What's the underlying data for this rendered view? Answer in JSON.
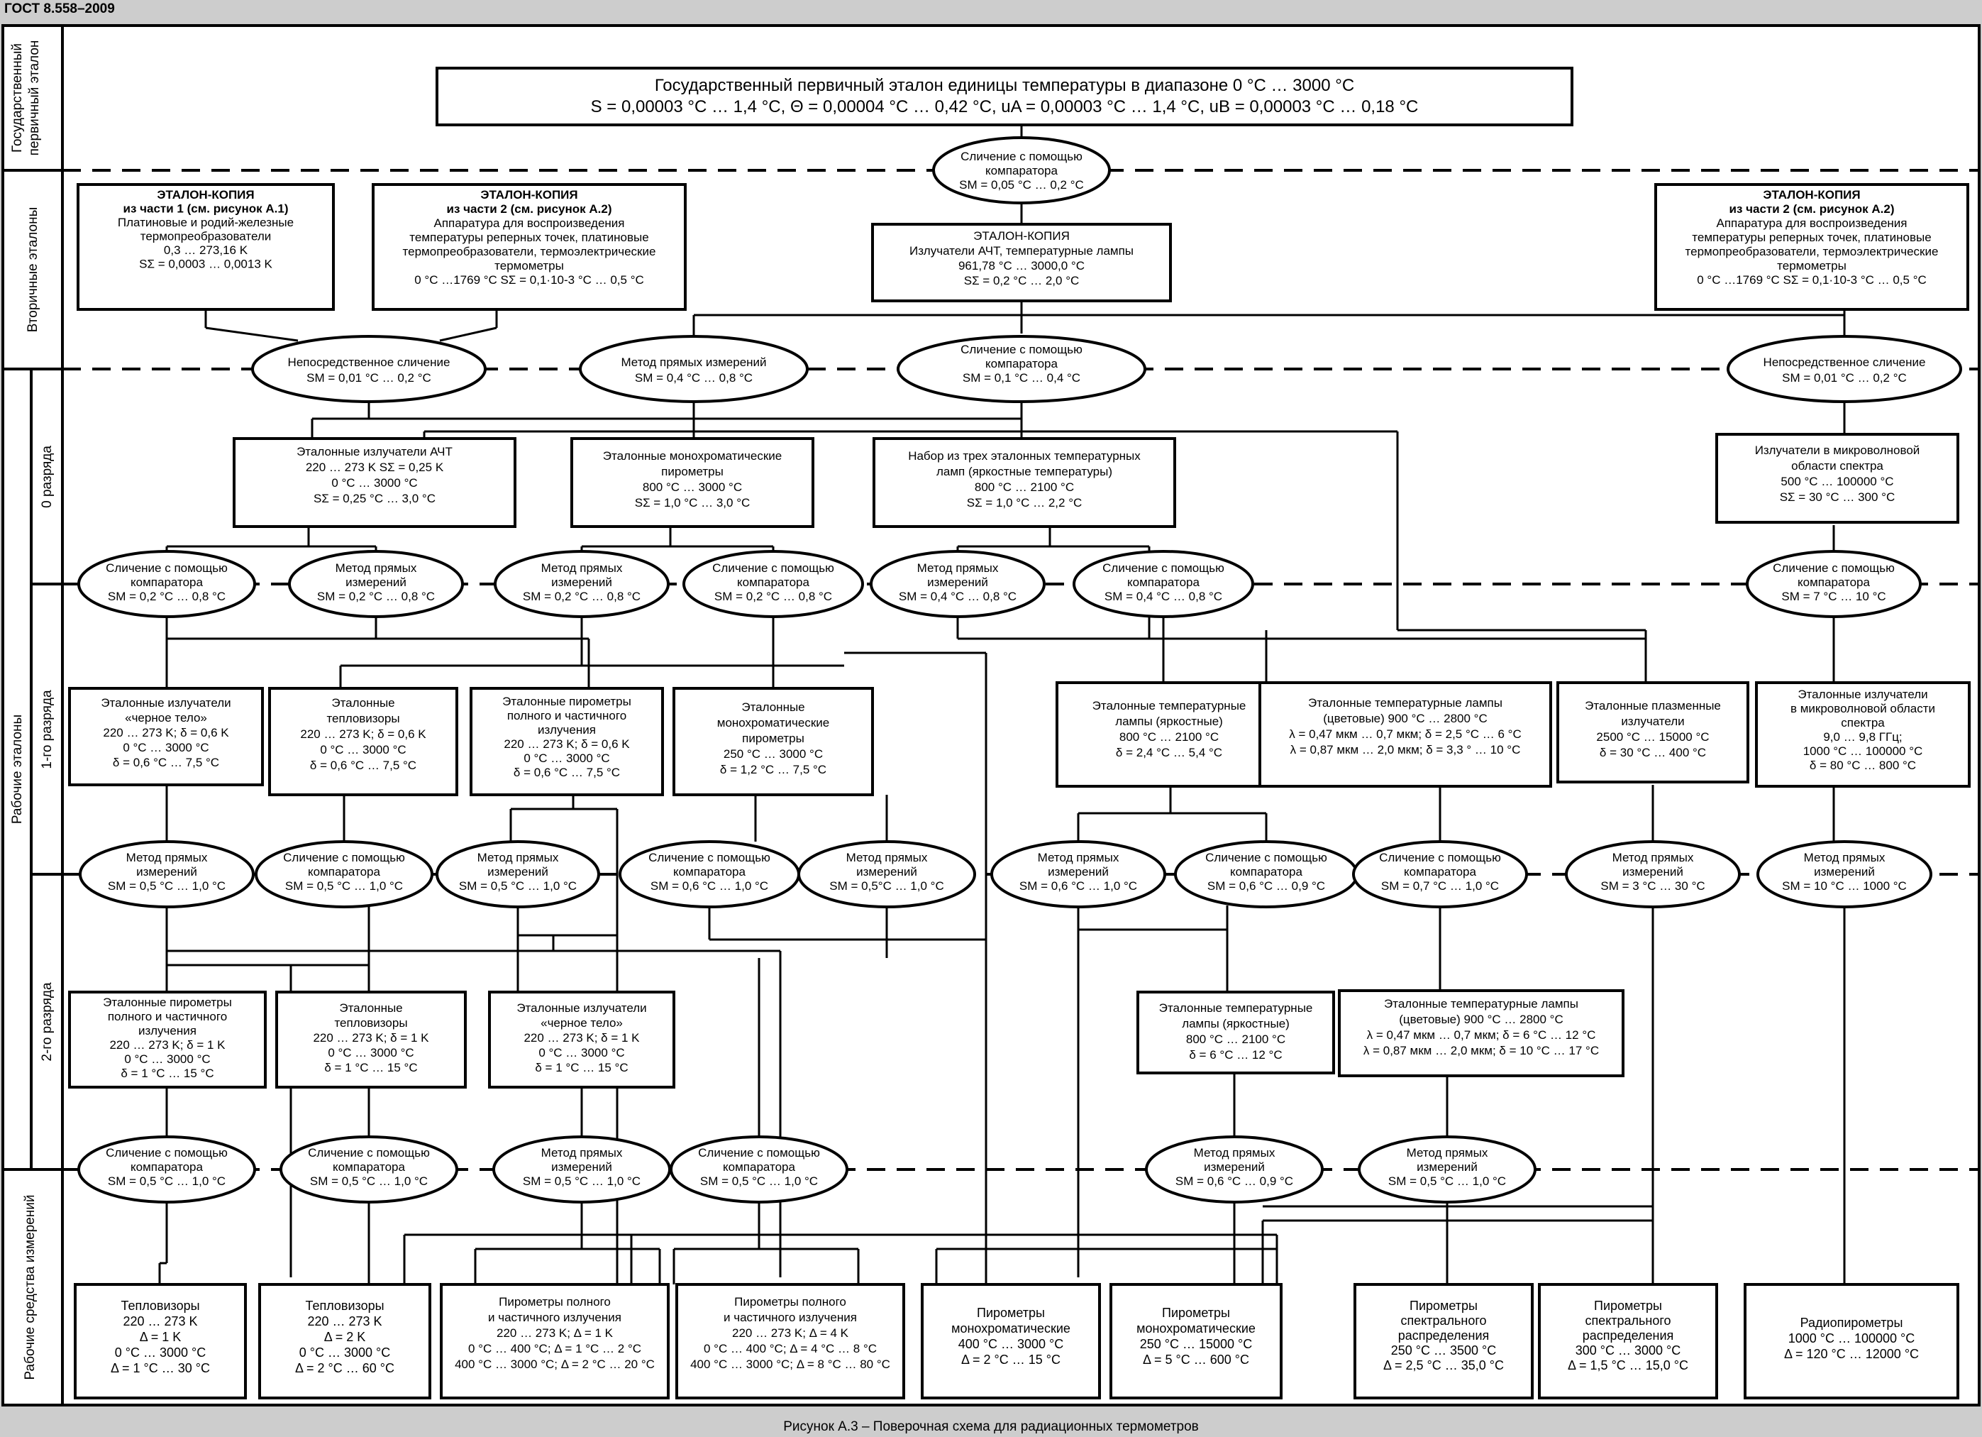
{
  "header": "ГОСТ 8.558–2009",
  "caption": "Рисунок А.3 – Поверочная схема для радиационных термометров",
  "levels": {
    "primary": [
      "Государственный",
      "первичный эталон"
    ],
    "secondary": "Вторичные эталоны",
    "working": "Рабочие эталоны",
    "rank0": "0 разряда",
    "rank1": "1-го разряда",
    "rank2": "2-го разряда",
    "instruments": "Рабочие средства измерений"
  },
  "primary": {
    "l1": "Государственный первичный эталон единицы температуры в диапазоне 0 °C … 3000 °C",
    "l2": "S = 0,00003 °C … 1,4 °C,    Θ = 0,00004 °C … 0,42 °C,    uA = 0,00003 °C … 1,4 °C,    uB = 0,00003 °C … 0,18 °C"
  },
  "secondary": {
    "copy1": [
      "ЭТАЛОН-КОПИЯ",
      "из части 1 (см. рисунок А.1)",
      "Платиновые и родий-железные",
      "термопреобразователи",
      "0,3 … 273,16 K",
      "SΣ = 0,0003 … 0,0013 K"
    ],
    "copy2": [
      "ЭТАЛОН-КОПИЯ",
      "из части 2 (см. рисунок А.2)",
      "Аппаратура для воспроизведения",
      "температуры реперных точек, платиновые",
      "термопреобразователи, термоэлектрические",
      "термометры",
      "0 °C …1769 °C   SΣ = 0,1·10-3 °C … 0,5 °C"
    ],
    "copy3": [
      "ЭТАЛОН-КОПИЯ",
      "Излучатели АЧТ, температурные лампы",
      "961,78 °C … 3000,0 °C",
      "SΣ = 0,2 °C … 2,0 °C"
    ],
    "copy4": [
      "ЭТАЛОН-КОПИЯ",
      "из части 2 (см. рисунок А.2)",
      "Аппаратура для воспроизведения",
      "температуры реперных точек, платиновые",
      "термопреобразователи, термоэлектрические",
      "термометры",
      "0 °C …1769 °C   SΣ = 0,1·10-3 °C … 0,5 °C"
    ]
  },
  "methods": {
    "m_top": [
      "Сличение с помощью",
      "компаратора",
      "SM = 0,05 °C … 0,2 °C"
    ],
    "m_s1": [
      "Непосредственное сличение",
      "SM = 0,01 °C … 0,2 °C"
    ],
    "m_s2": [
      "Метод прямых измерений",
      "SM = 0,4 °C … 0,8 °C"
    ],
    "m_s3": [
      "Сличение с помощью",
      "компаратора",
      "SM = 0,1 °C … 0,4 °C"
    ],
    "m_s4": [
      "Непосредственное сличение",
      "SM = 0,01 °C … 0,2 °C"
    ],
    "m0_1": [
      "Сличение с помощью",
      "компаратора",
      "SM = 0,2 °C … 0,8 °C"
    ],
    "m0_2": [
      "Метод прямых",
      "измерений",
      "SM = 0,2 °C … 0,8 °C"
    ],
    "m0_3": [
      "Метод прямых",
      "измерений",
      "SM = 0,2 °C … 0,8 °C"
    ],
    "m0_4": [
      "Сличение с помощью",
      "компаратора",
      "SM = 0,2 °C … 0,8 °C"
    ],
    "m0_5": [
      "Метод прямых",
      "измерений",
      "SM = 0,4 °C … 0,8 °C"
    ],
    "m0_6": [
      "Сличение с помощью",
      "компаратора",
      "SM = 0,4 °C … 0,8 °C"
    ],
    "m0_7": [
      "Сличение с помощью",
      "компаратора",
      "SM = 7 °C … 10 °C"
    ],
    "m1_1": [
      "Метод прямых",
      "измерений",
      "SM = 0,5 °C … 1,0 °C"
    ],
    "m1_2": [
      "Сличение с помощью",
      "компаратора",
      "SM = 0,5 °C … 1,0 °C"
    ],
    "m1_3": [
      "Метод прямых",
      "измерений",
      "SM = 0,5 °C … 1,0 °C"
    ],
    "m1_4": [
      "Сличение с помощью",
      "компаратора",
      "SM = 0,6 °C … 1,0 °C"
    ],
    "m1_5": [
      "Метод прямых",
      "измерений",
      "SM = 0,5°C … 1,0 °C"
    ],
    "m1_6": [
      "Метод прямых",
      "измерений",
      "SM = 0,6 °C … 1,0 °C"
    ],
    "m1_7": [
      "Сличение с помощью",
      "компаратора",
      "SM = 0,6 °C … 0,9 °C"
    ],
    "m1_8": [
      "Сличение с помощью",
      "компаратора",
      "SM = 0,7 °C … 1,0 °C"
    ],
    "m1_9": [
      "Метод прямых",
      "измерений",
      "SM = 3 °C … 30 °C"
    ],
    "m1_10": [
      "Метод прямых",
      "измерений",
      "SM = 10 °C … 1000 °C"
    ],
    "m2_1": [
      "Сличение с помощью",
      "компаратора",
      "SM = 0,5 °C … 1,0 °C"
    ],
    "m2_2": [
      "Сличение с помощью",
      "компаратора",
      "SM = 0,5 °C … 1,0 °C"
    ],
    "m2_3": [
      "Метод прямых",
      "измерений",
      "SM = 0,5 °C … 1,0 °C"
    ],
    "m2_4": [
      "Сличение с помощью",
      "компаратора",
      "SM = 0,5 °C … 1,0 °C"
    ],
    "m2_5": [
      "Метод прямых",
      "измерений",
      "SM = 0,6 °C … 0,9 °C"
    ],
    "m2_6": [
      "Метод прямых",
      "измерений",
      "SM = 0,5 °C … 1,0 °C"
    ]
  },
  "rank0": {
    "b1": [
      "Эталонные излучатели АЧТ",
      "220 … 273 K SΣ = 0,25 K",
      "0 °C … 3000 °C",
      "SΣ = 0,25 °C … 3,0 °C"
    ],
    "b2": [
      "Эталонные монохроматические",
      "пирометры",
      "800 °C … 3000 °C",
      "SΣ = 1,0 °C … 3,0 °C"
    ],
    "b3": [
      "Набор из трех эталонных температурных",
      "ламп (яркостные температуры)",
      "800 °C … 2100 °C",
      "SΣ = 1,0 °C … 2,2 °C"
    ],
    "b4": [
      "Излучатели в микроволновой",
      "области спектра",
      "500 °C … 100000 °C",
      "SΣ = 30 °C … 300 °C"
    ]
  },
  "rank1": {
    "b1": [
      "Эталонные излучатели",
      "«черное тело»",
      "220 … 273 K; δ = 0,6 K",
      "0 °C … 3000 °C",
      "δ = 0,6 °C … 7,5 °C"
    ],
    "b2": [
      "Эталонные",
      "тепловизоры",
      "220 … 273 K; δ = 0,6 K",
      "0 °C … 3000 °C",
      "δ = 0,6 °C … 7,5 °C"
    ],
    "b3": [
      "Эталонные пирометры",
      "полного и частичного",
      "излучения",
      "220 … 273 K; δ = 0,6 K",
      "0 °C … 3000 °C",
      "δ = 0,6 °C … 7,5 °C"
    ],
    "b4": [
      "Эталонные",
      "монохроматические",
      "пирометры",
      "250 °C … 3000 °C",
      "δ = 1,2 °C … 7,5 °C"
    ],
    "b5": [
      "Эталонные температурные",
      "лампы (яркостные)",
      "800 °C … 2100 °C",
      "δ = 2,4 °C … 5,4 °C"
    ],
    "b6": [
      "Эталонные температурные лампы",
      "(цветовые) 900 °C … 2800 °C",
      "λ = 0,47 мкм … 0,7 мкм; δ = 2,5 °C … 6 °C",
      "λ = 0,87 мкм … 2,0 мкм; δ = 3,3 ° … 10 °C"
    ],
    "b7": [
      "Эталонные плазменные",
      "излучатели",
      "2500 °C … 15000 °C",
      "δ = 30 °C … 400 °C"
    ],
    "b8": [
      "Эталонные излучатели",
      "в микроволновой области",
      "спектра",
      "9,0 … 9,8 ГГц;",
      "1000 °C … 100000 °C",
      "δ = 80 °C … 800 °C"
    ]
  },
  "rank2": {
    "b1": [
      "Эталонные пирометры",
      "полного и частичного",
      "излучения",
      "220 … 273 K; δ = 1 K",
      "0 °C … 3000 °C",
      "δ = 1 °C … 15 °C"
    ],
    "b2": [
      "Эталонные",
      "тепловизоры",
      "220 … 273 K; δ = 1 K",
      "0 °C … 3000 °C",
      "δ = 1 °C … 15 °C"
    ],
    "b3": [
      "Эталонные излучатели",
      "«черное тело»",
      "220 … 273 K; δ = 1 K",
      "0 °C … 3000 °C",
      "δ = 1 °C … 15 °C"
    ],
    "b4": [
      "Эталонные температурные",
      "лампы (яркостные)",
      "800 °C … 2100 °C",
      "δ = 6 °C … 12 °C"
    ],
    "b5": [
      "Эталонные температурные лампы",
      "(цветовые) 900 °C … 2800 °C",
      "λ = 0,47 мкм … 0,7 мкм; δ = 6 °C … 12 °C",
      "λ = 0,87 мкм … 2,0 мкм; δ = 10 °C … 17 °C"
    ]
  },
  "instruments": {
    "i1": [
      "Тепловизоры",
      "220 … 273 K",
      "Δ = 1 K",
      "0 °C … 3000 °C",
      "Δ = 1 °C … 30 °C"
    ],
    "i2": [
      "Тепловизоры",
      "220 … 273 K",
      "Δ = 2 K",
      "0 °C … 3000 °C",
      "Δ = 2 °C … 60 °C"
    ],
    "i3": [
      "Пирометры полного",
      "и частичного излучения",
      "220 … 273 K; Δ = 1 K",
      "0 °C … 400 °C; Δ = 1 °C … 2 °C",
      "400 °C … 3000 °C; Δ = 2 °C … 20 °C"
    ],
    "i4": [
      "Пирометры полного",
      "и частичного излучения",
      "220 … 273 K; Δ = 4 K",
      "0 °C … 400 °C; Δ = 4 °C … 8 °C",
      "400 °C … 3000 °C; Δ = 8 °C … 80 °C"
    ],
    "i5": [
      "Пирометры",
      "монохроматические",
      "400 °C … 3000 °C",
      "Δ = 2 °C … 15 °C"
    ],
    "i6": [
      "Пирометры",
      "монохроматические",
      "250 °C … 15000 °C",
      "Δ = 5 °C … 600 °C"
    ],
    "i7": [
      "Пирометры",
      "спектрального",
      "распределения",
      "250 °C … 3500 °C",
      "Δ = 2,5 °C … 35,0 °C"
    ],
    "i8": [
      "Пирометры",
      "спектрального",
      "распределения",
      "300 °C … 3000 °C",
      "Δ = 1,5 °C … 15,0 °C"
    ],
    "i9": [
      "Радиопирометры",
      "1000 °C … 100000 °C",
      "Δ = 120 °C … 12000 °C"
    ]
  }
}
